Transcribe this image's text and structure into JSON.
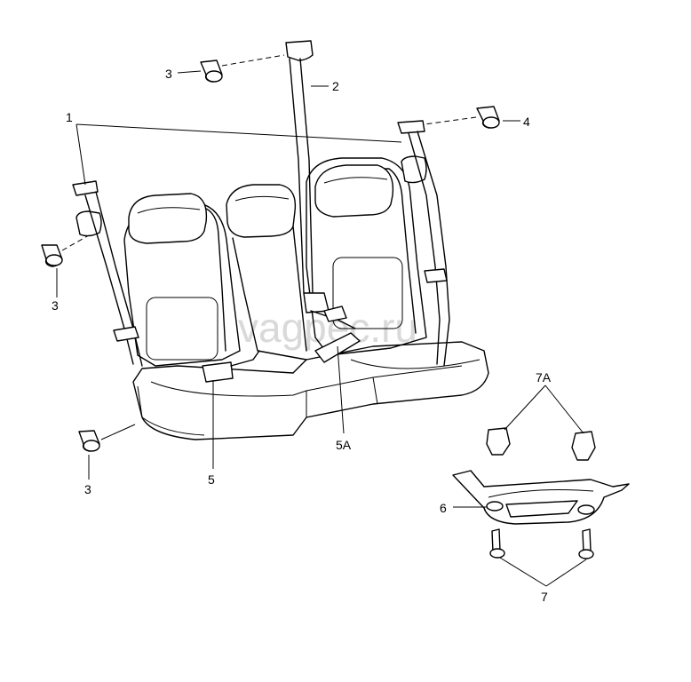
{
  "watermark": "vagpec.ru",
  "callouts": {
    "c1": "1",
    "c2": "2",
    "c3a": "3",
    "c3b": "3",
    "c3c": "3",
    "c4": "4",
    "c5": "5",
    "c5a": "5A",
    "c6": "6",
    "c7": "7",
    "c7a": "7A"
  }
}
